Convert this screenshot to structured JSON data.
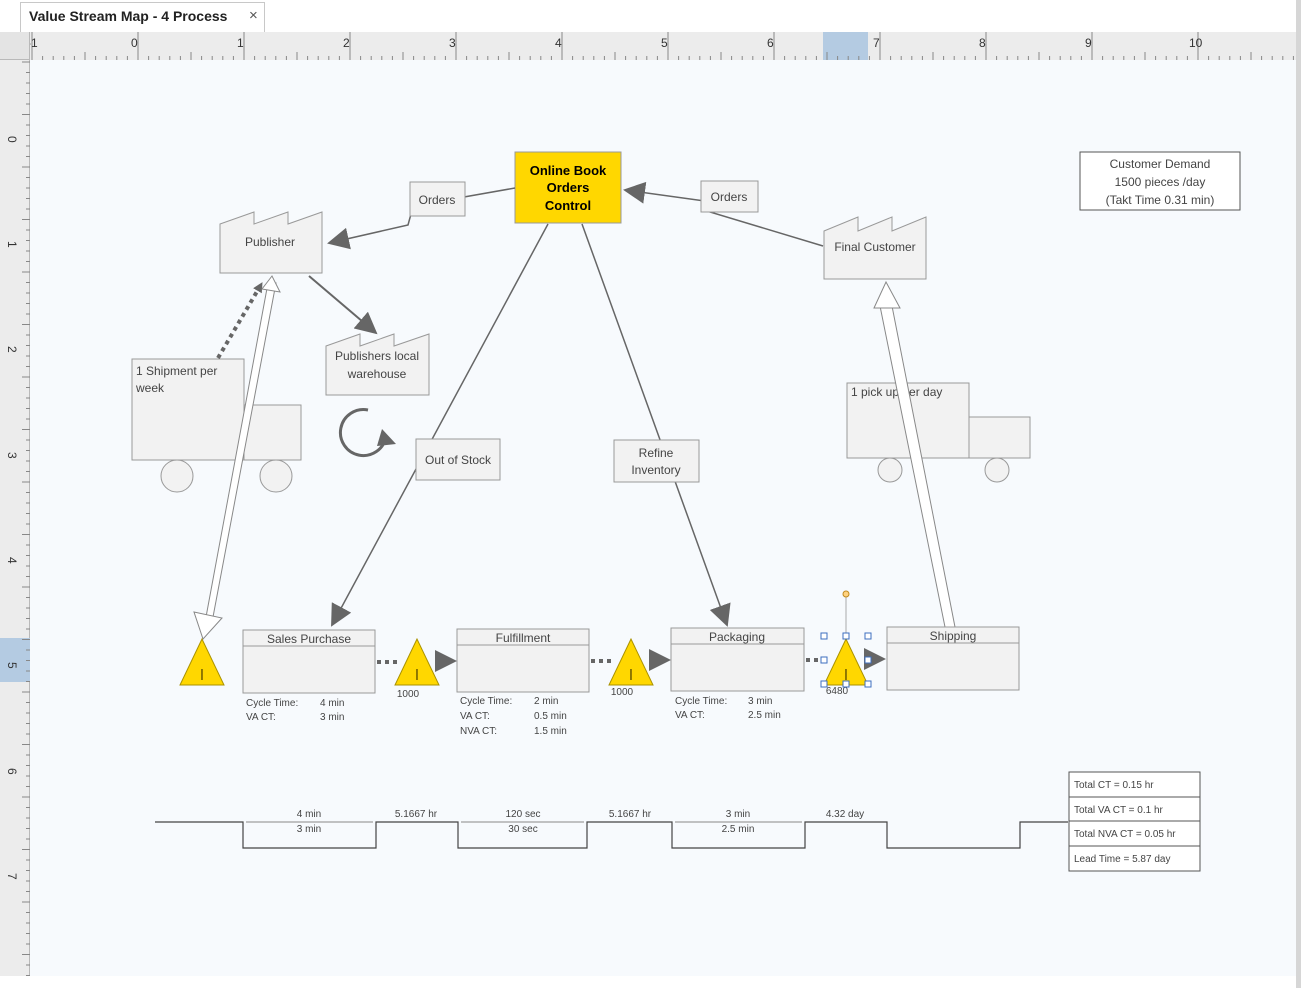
{
  "tab": {
    "title": "Value Stream Map - 4 Process",
    "close": "×"
  },
  "rulers": {
    "horizontal": [
      "-1",
      "0",
      "1",
      "2",
      "3",
      "4",
      "5",
      "6",
      "7",
      "8",
      "9",
      "10"
    ],
    "vertical": [
      "0",
      "1",
      "2",
      "3",
      "4",
      "5",
      "6",
      "7"
    ]
  },
  "control": {
    "lines": [
      "Online Book",
      "Orders",
      "Control"
    ]
  },
  "customer_demand": {
    "lines": [
      "Customer Demand",
      "1500 pieces /day",
      "(Takt Time 0.31 min)"
    ]
  },
  "factories": {
    "publisher": "Publisher",
    "warehouse": [
      "Publishers local",
      "warehouse"
    ],
    "final_customer": "Final Customer"
  },
  "info_labels": {
    "orders_left": "Orders",
    "orders_right": "Orders",
    "out_of_stock": "Out of Stock",
    "refine_inventory": [
      "Refine",
      "Inventory"
    ]
  },
  "trucks": {
    "left": [
      "1 Shipment per",
      "week"
    ],
    "right": [
      "1 pick up per day"
    ]
  },
  "inventory_marker": "I",
  "inventory_counts": [
    "1000",
    "1000",
    "6480"
  ],
  "processes": [
    {
      "name": "Sales Purchase",
      "metrics": [
        [
          "Cycle Time:",
          "4 min"
        ],
        [
          "VA CT:",
          "3 min"
        ]
      ]
    },
    {
      "name": "Fulfillment",
      "metrics": [
        [
          "Cycle Time:",
          "2 min"
        ],
        [
          "VA CT:",
          "0.5 min"
        ],
        [
          "NVA CT:",
          "1.5 min"
        ]
      ]
    },
    {
      "name": "Packaging",
      "metrics": [
        [
          "Cycle Time:",
          "3 min"
        ],
        [
          "VA CT:",
          "2.5 min"
        ]
      ]
    },
    {
      "name": "Shipping",
      "metrics": []
    }
  ],
  "timeline": {
    "process_upper": [
      "4 min",
      "120 sec",
      "3 min"
    ],
    "process_lower": [
      "3 min",
      "30 sec",
      "2.5 min"
    ],
    "waits": [
      "5.1667 hr",
      "5.1667 hr",
      "4.32 day"
    ]
  },
  "totals": [
    "Total CT = 0.15 hr",
    "Total VA CT = 0.1 hr",
    "Total NVA CT = 0.05 hr",
    "Lead Time = 5.87 day"
  ],
  "colors": {
    "yellow": "#FFD700",
    "arrow_gray": "#666666",
    "box_fill": "#F2F2F2",
    "canvas": "#F7FAFD"
  }
}
